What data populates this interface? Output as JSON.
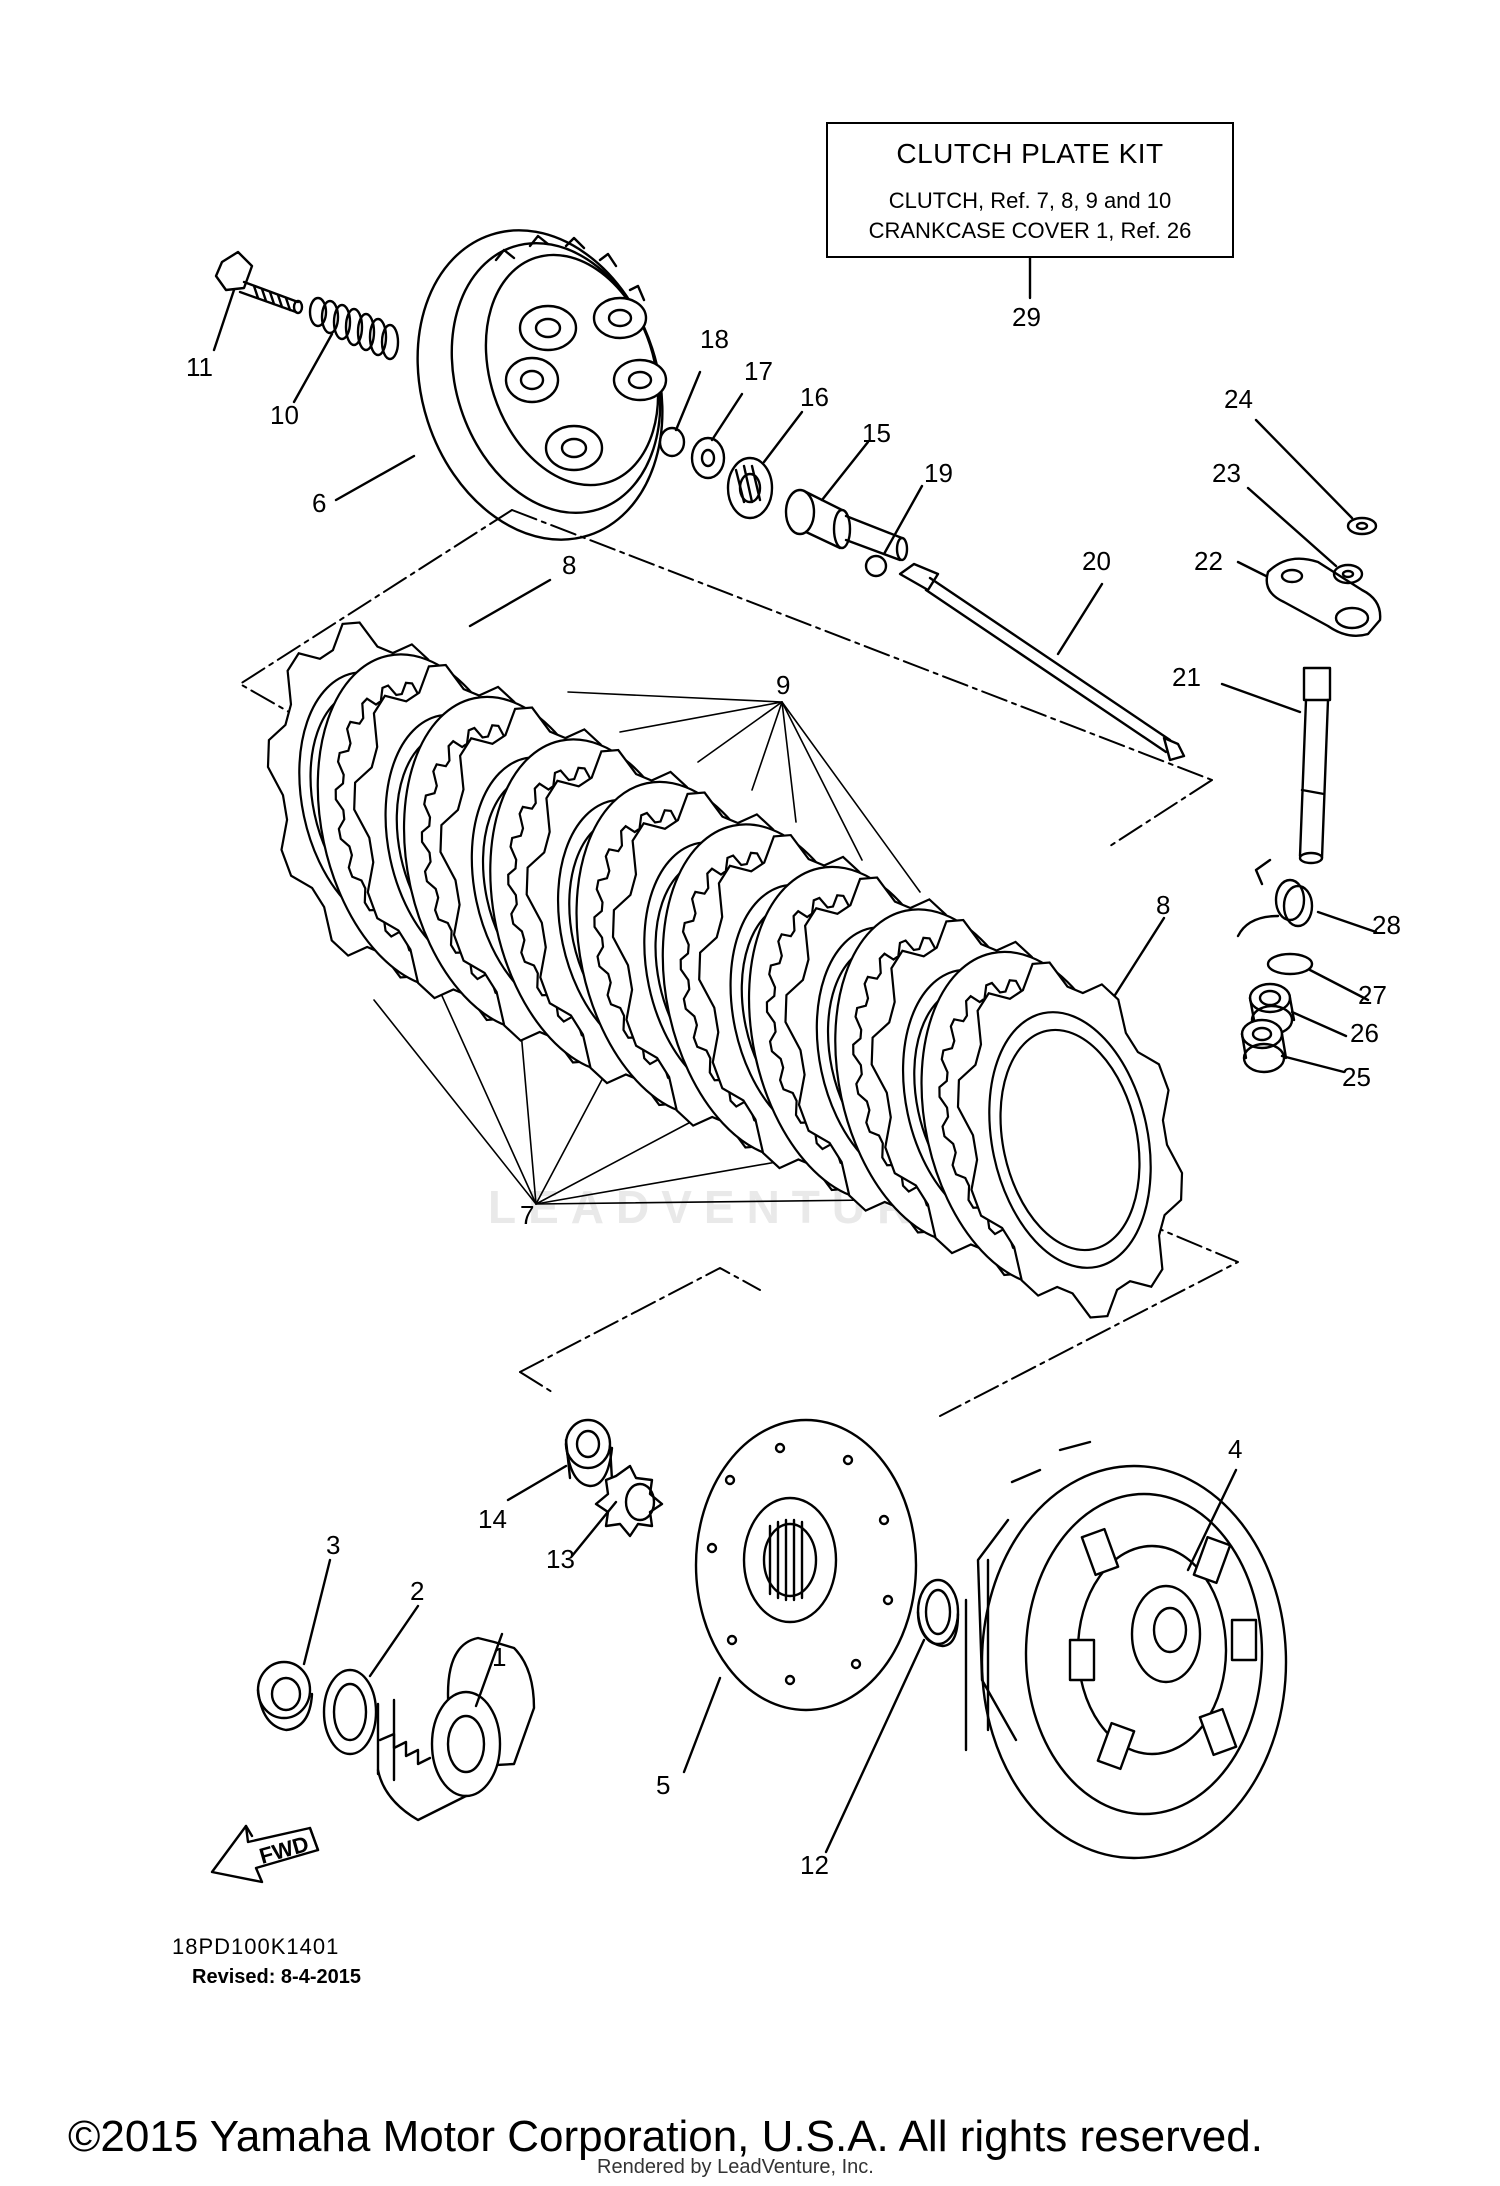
{
  "kit": {
    "title": "CLUTCH PLATE KIT",
    "line1": "CLUTCH, Ref. 7, 8, 9  and 10",
    "line2": "CRANKCASE COVER 1, Ref. 26"
  },
  "callouts": [
    {
      "id": "1",
      "label": "1"
    },
    {
      "id": "2",
      "label": "2"
    },
    {
      "id": "3",
      "label": "3"
    },
    {
      "id": "4",
      "label": "4"
    },
    {
      "id": "5",
      "label": "5"
    },
    {
      "id": "6",
      "label": "6"
    },
    {
      "id": "7",
      "label": "7"
    },
    {
      "id": "8a",
      "label": "8"
    },
    {
      "id": "8b",
      "label": "8"
    },
    {
      "id": "9",
      "label": "9"
    },
    {
      "id": "10",
      "label": "10"
    },
    {
      "id": "11",
      "label": "11"
    },
    {
      "id": "12",
      "label": "12"
    },
    {
      "id": "13",
      "label": "13"
    },
    {
      "id": "14",
      "label": "14"
    },
    {
      "id": "15",
      "label": "15"
    },
    {
      "id": "16",
      "label": "16"
    },
    {
      "id": "17",
      "label": "17"
    },
    {
      "id": "18",
      "label": "18"
    },
    {
      "id": "19",
      "label": "19"
    },
    {
      "id": "20",
      "label": "20"
    },
    {
      "id": "21",
      "label": "21"
    },
    {
      "id": "22",
      "label": "22"
    },
    {
      "id": "23",
      "label": "23"
    },
    {
      "id": "24",
      "label": "24"
    },
    {
      "id": "25",
      "label": "25"
    },
    {
      "id": "26",
      "label": "26"
    },
    {
      "id": "27",
      "label": "27"
    },
    {
      "id": "28",
      "label": "28"
    },
    {
      "id": "29",
      "label": "29"
    }
  ],
  "fwd_label": "FWD",
  "drawing_code": "18PD100K1401",
  "revised": "Revised: 8-4-2015",
  "watermark": "LEADVENTURE",
  "copyright": "©2015 Yamaha Motor Corporation, U.S.A. All rights reserved.",
  "rendered_by": "Rendered by LeadVenture, Inc."
}
